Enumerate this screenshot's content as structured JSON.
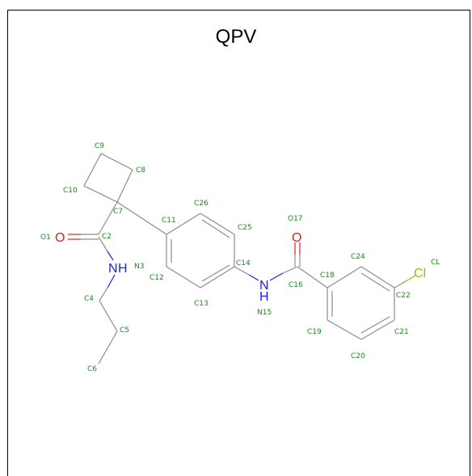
{
  "title": "QPV",
  "atom_symbols": {
    "O": "O",
    "N": "N",
    "H": "H",
    "Cl": "Cl"
  },
  "labels": {
    "O1": "O1",
    "C2": "C2",
    "N3": "N3",
    "C4": "C4",
    "C5": "C5",
    "C6": "C6",
    "C7": "C7",
    "C8": "C8",
    "C9": "C9",
    "C10": "C10",
    "C11": "C11",
    "C12": "C12",
    "C13": "C13",
    "C14": "C14",
    "N15": "N15",
    "C16": "C16",
    "O17": "O17",
    "C18": "C18",
    "C19": "C19",
    "C20": "C20",
    "C21": "C21",
    "C22": "C22",
    "C24": "C24",
    "C25": "C25",
    "C26": "C26",
    "CL": "CL"
  },
  "colors": {
    "carbon_label": "#1a8a1a",
    "oxygen": "#e02020",
    "nitrogen": "#2020e0",
    "chlorine": "#80d000",
    "bond": "#8c8c8c"
  }
}
